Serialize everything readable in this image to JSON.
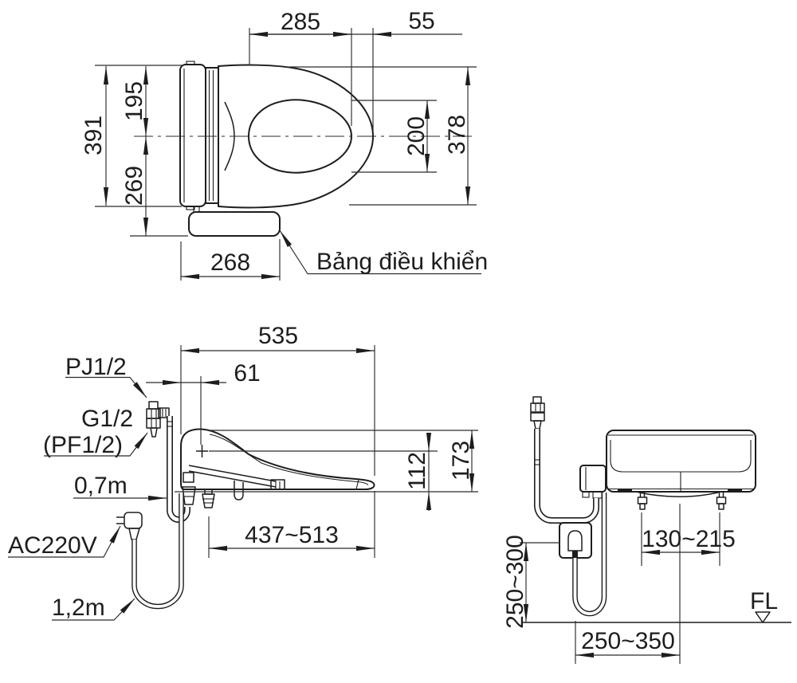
{
  "drawing": {
    "colors": {
      "line": "#1d1d1d",
      "background": "#ffffff"
    },
    "top_view": {
      "dim_opening_length": "285",
      "dim_front_edge": "55",
      "dim_overall_width": "391",
      "dim_center_to_edge": "195",
      "dim_center_to_panel": "269",
      "dim_opening_width": "200",
      "dim_body_width": "378",
      "dim_panel_width": "268",
      "control_panel_label": "Bảng điều khiển"
    },
    "side_view": {
      "dim_overall_length": "535",
      "dim_rear_to_nozzle": "61",
      "dim_bowl_fit_range": "437~513",
      "dim_inlet_height": "112",
      "dim_overall_height": "173",
      "label_supply_top": "PJ1/2",
      "label_supply_mid": "G1/2",
      "label_supply_mid_alt": "(PF1/2)",
      "label_hose_length": "0,7m",
      "label_power": "AC220V",
      "label_cord_length": "1,2m"
    },
    "rear_view": {
      "dim_bolt_spacing": "130~215",
      "dim_outlet_height": "250~300",
      "dim_outlet_offset": "250~350",
      "label_floor_level": "FL"
    }
  }
}
